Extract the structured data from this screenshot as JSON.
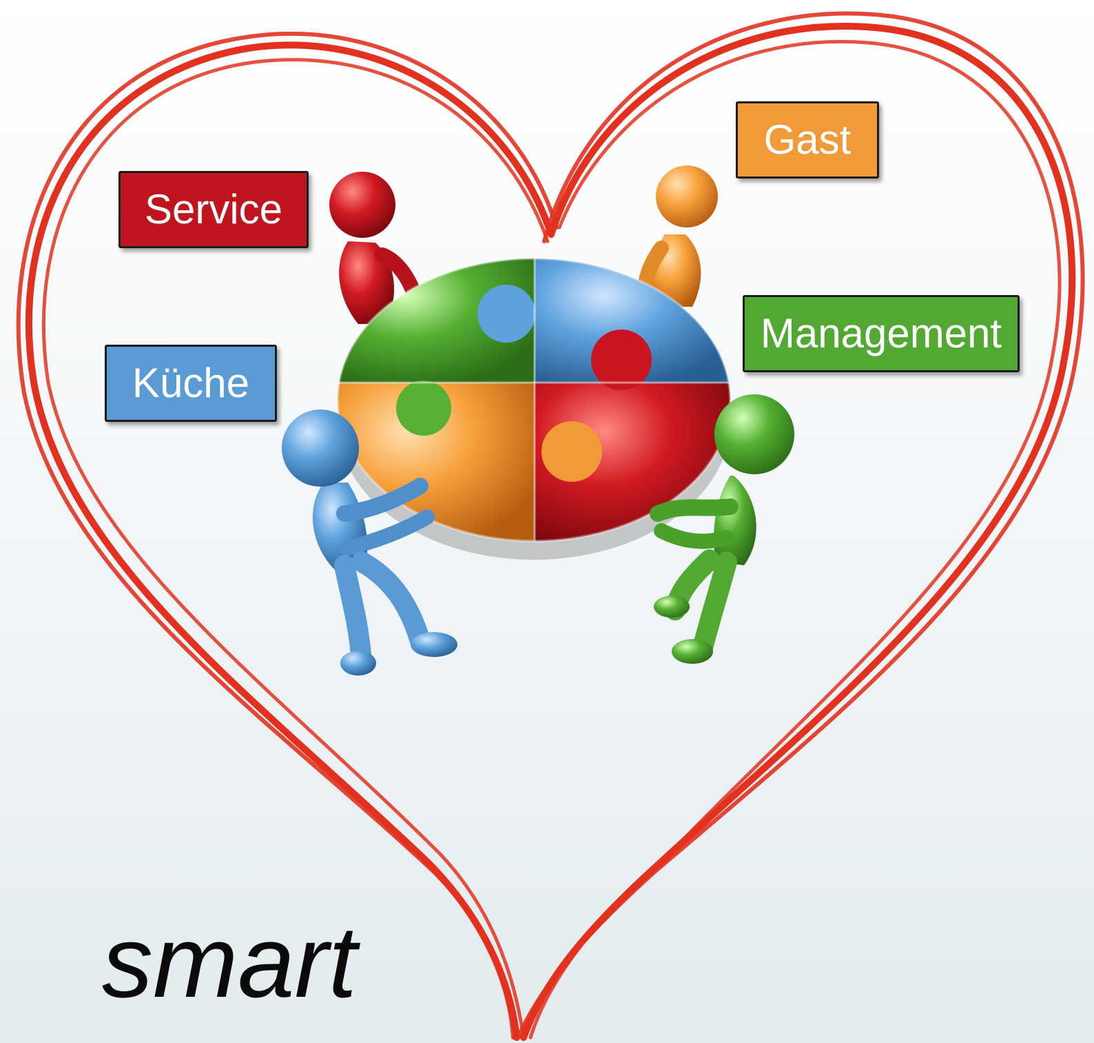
{
  "colors": {
    "red": "#c0141e",
    "orange": "#f2993a",
    "blue": "#5a9bd5",
    "green": "#52a832",
    "heart": "#e2321f"
  },
  "labels": {
    "service": "Service",
    "gast": "Gast",
    "kueche": "Küche",
    "management": "Management"
  },
  "tagline": "smart"
}
